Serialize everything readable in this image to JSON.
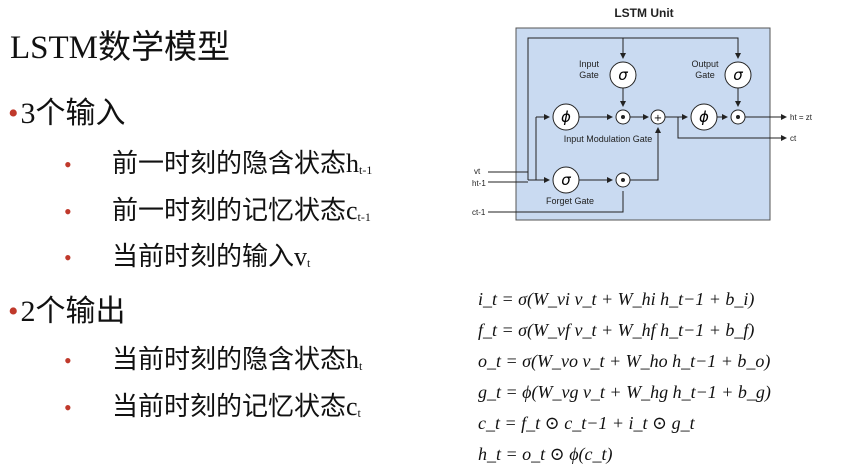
{
  "title": "LSTM数学模型",
  "inputs": {
    "heading": "3个输入",
    "items": [
      {
        "text": "前一时刻的隐含状态h",
        "sub": "t-1"
      },
      {
        "text": "前一时刻的记忆状态c",
        "sub": "t-1"
      },
      {
        "text": "当前时刻的输入v",
        "sub": "t"
      }
    ]
  },
  "outputs": {
    "heading": "2个输出",
    "items": [
      {
        "text": "当前时刻的隐含状态h",
        "sub": "t"
      },
      {
        "text": "当前时刻的记忆状态c",
        "sub": "t"
      }
    ]
  },
  "diagram": {
    "title": "LSTM Unit",
    "labels": {
      "input_gate_1": "Input",
      "input_gate_2": "Gate",
      "output_gate_1": "Output",
      "output_gate_2": "Gate",
      "input_modulation_gate": "Input Modulation Gate",
      "forget_gate": "Forget Gate",
      "sigma": "σ",
      "phi": "ϕ",
      "mult": "•",
      "plus": "+",
      "in_v": "vt",
      "in_h": "ht-1",
      "in_c": "ct-1",
      "out_h": "ht = zt",
      "out_c": "ct"
    },
    "colors": {
      "box_fill": "#c9daf1",
      "box_stroke": "#555555",
      "line": "#222222"
    }
  },
  "equations": [
    "i_t = σ(W_vi v_t + W_hi h_t−1 + b_i)",
    "f_t = σ(W_vf v_t + W_hf h_t−1 + b_f)",
    "o_t = σ(W_vo v_t + W_ho h_t−1 + b_o)",
    "g_t = ϕ(W_vg v_t + W_hg h_t−1 + b_g)",
    "c_t = f_t ⊙ c_t−1 + i_t ⊙ g_t",
    "h_t = o_t ⊙ ϕ(c_t)"
  ]
}
